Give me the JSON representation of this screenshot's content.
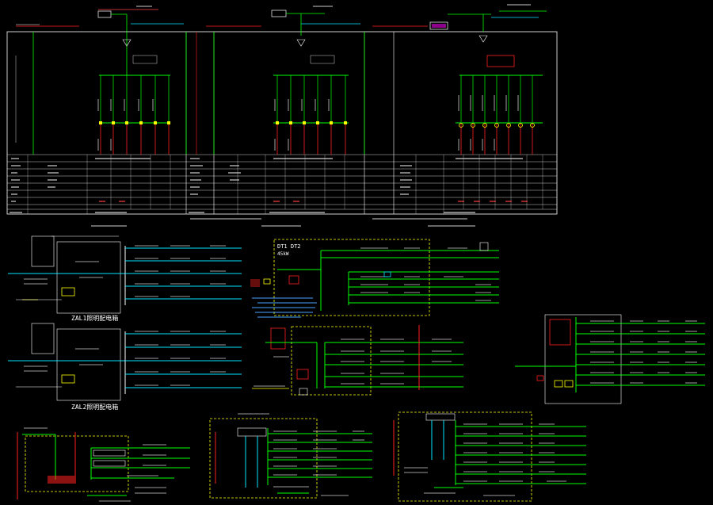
{
  "colors": {
    "background": "#000000",
    "frame": "#ffffff",
    "bus_green": "#00ff00",
    "feeder_red": "#ff2020",
    "cable_cyan": "#00e5ff",
    "text_white": "#ffffff",
    "tag_magenta": "#ff00ff",
    "box_yellow": "#ffff00",
    "note_blue": "#4aa3ff"
  },
  "panels": {
    "zal1_title": "ZAL1照明配电箱",
    "zal2_title": "ZAL2照明配电箱",
    "dt_label": "DT1  DT2",
    "dt_power": "45kW"
  }
}
